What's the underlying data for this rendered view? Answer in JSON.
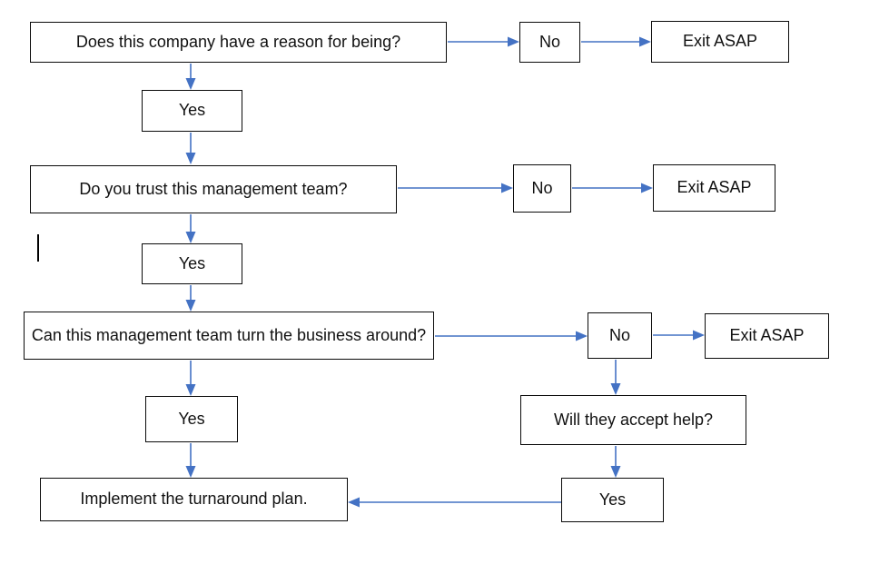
{
  "flowchart": {
    "nodes": {
      "q1": {
        "label": "Does this company have a reason for being?"
      },
      "no1": {
        "label": "No"
      },
      "exit1": {
        "label": "Exit ASAP"
      },
      "yes1": {
        "label": "Yes"
      },
      "q2": {
        "label": "Do you trust this management team?"
      },
      "no2": {
        "label": "No"
      },
      "exit2": {
        "label": "Exit ASAP"
      },
      "yes2": {
        "label": "Yes"
      },
      "q3": {
        "label": "Can this management team turn the business around?"
      },
      "no3": {
        "label": "No"
      },
      "exit3": {
        "label": "Exit ASAP"
      },
      "yes3": {
        "label": "Yes"
      },
      "will": {
        "label": "Will they accept help?"
      },
      "yes4": {
        "label": "Yes"
      },
      "implement": {
        "label": "Implement the turnaround plan."
      }
    },
    "edges": [
      {
        "from": "q1",
        "to": "no1"
      },
      {
        "from": "no1",
        "to": "exit1"
      },
      {
        "from": "q1",
        "to": "yes1"
      },
      {
        "from": "yes1",
        "to": "q2"
      },
      {
        "from": "q2",
        "to": "no2"
      },
      {
        "from": "no2",
        "to": "exit2"
      },
      {
        "from": "q2",
        "to": "yes2"
      },
      {
        "from": "yes2",
        "to": "q3"
      },
      {
        "from": "q3",
        "to": "no3"
      },
      {
        "from": "no3",
        "to": "exit3"
      },
      {
        "from": "no3",
        "to": "will"
      },
      {
        "from": "will",
        "to": "yes4"
      },
      {
        "from": "q3",
        "to": "yes3"
      },
      {
        "from": "yes3",
        "to": "implement"
      },
      {
        "from": "yes4",
        "to": "implement"
      }
    ],
    "colors": {
      "arrow": "#4472C4",
      "box_border": "#0a0a0a",
      "text": "#111111",
      "background": "#ffffff"
    }
  }
}
